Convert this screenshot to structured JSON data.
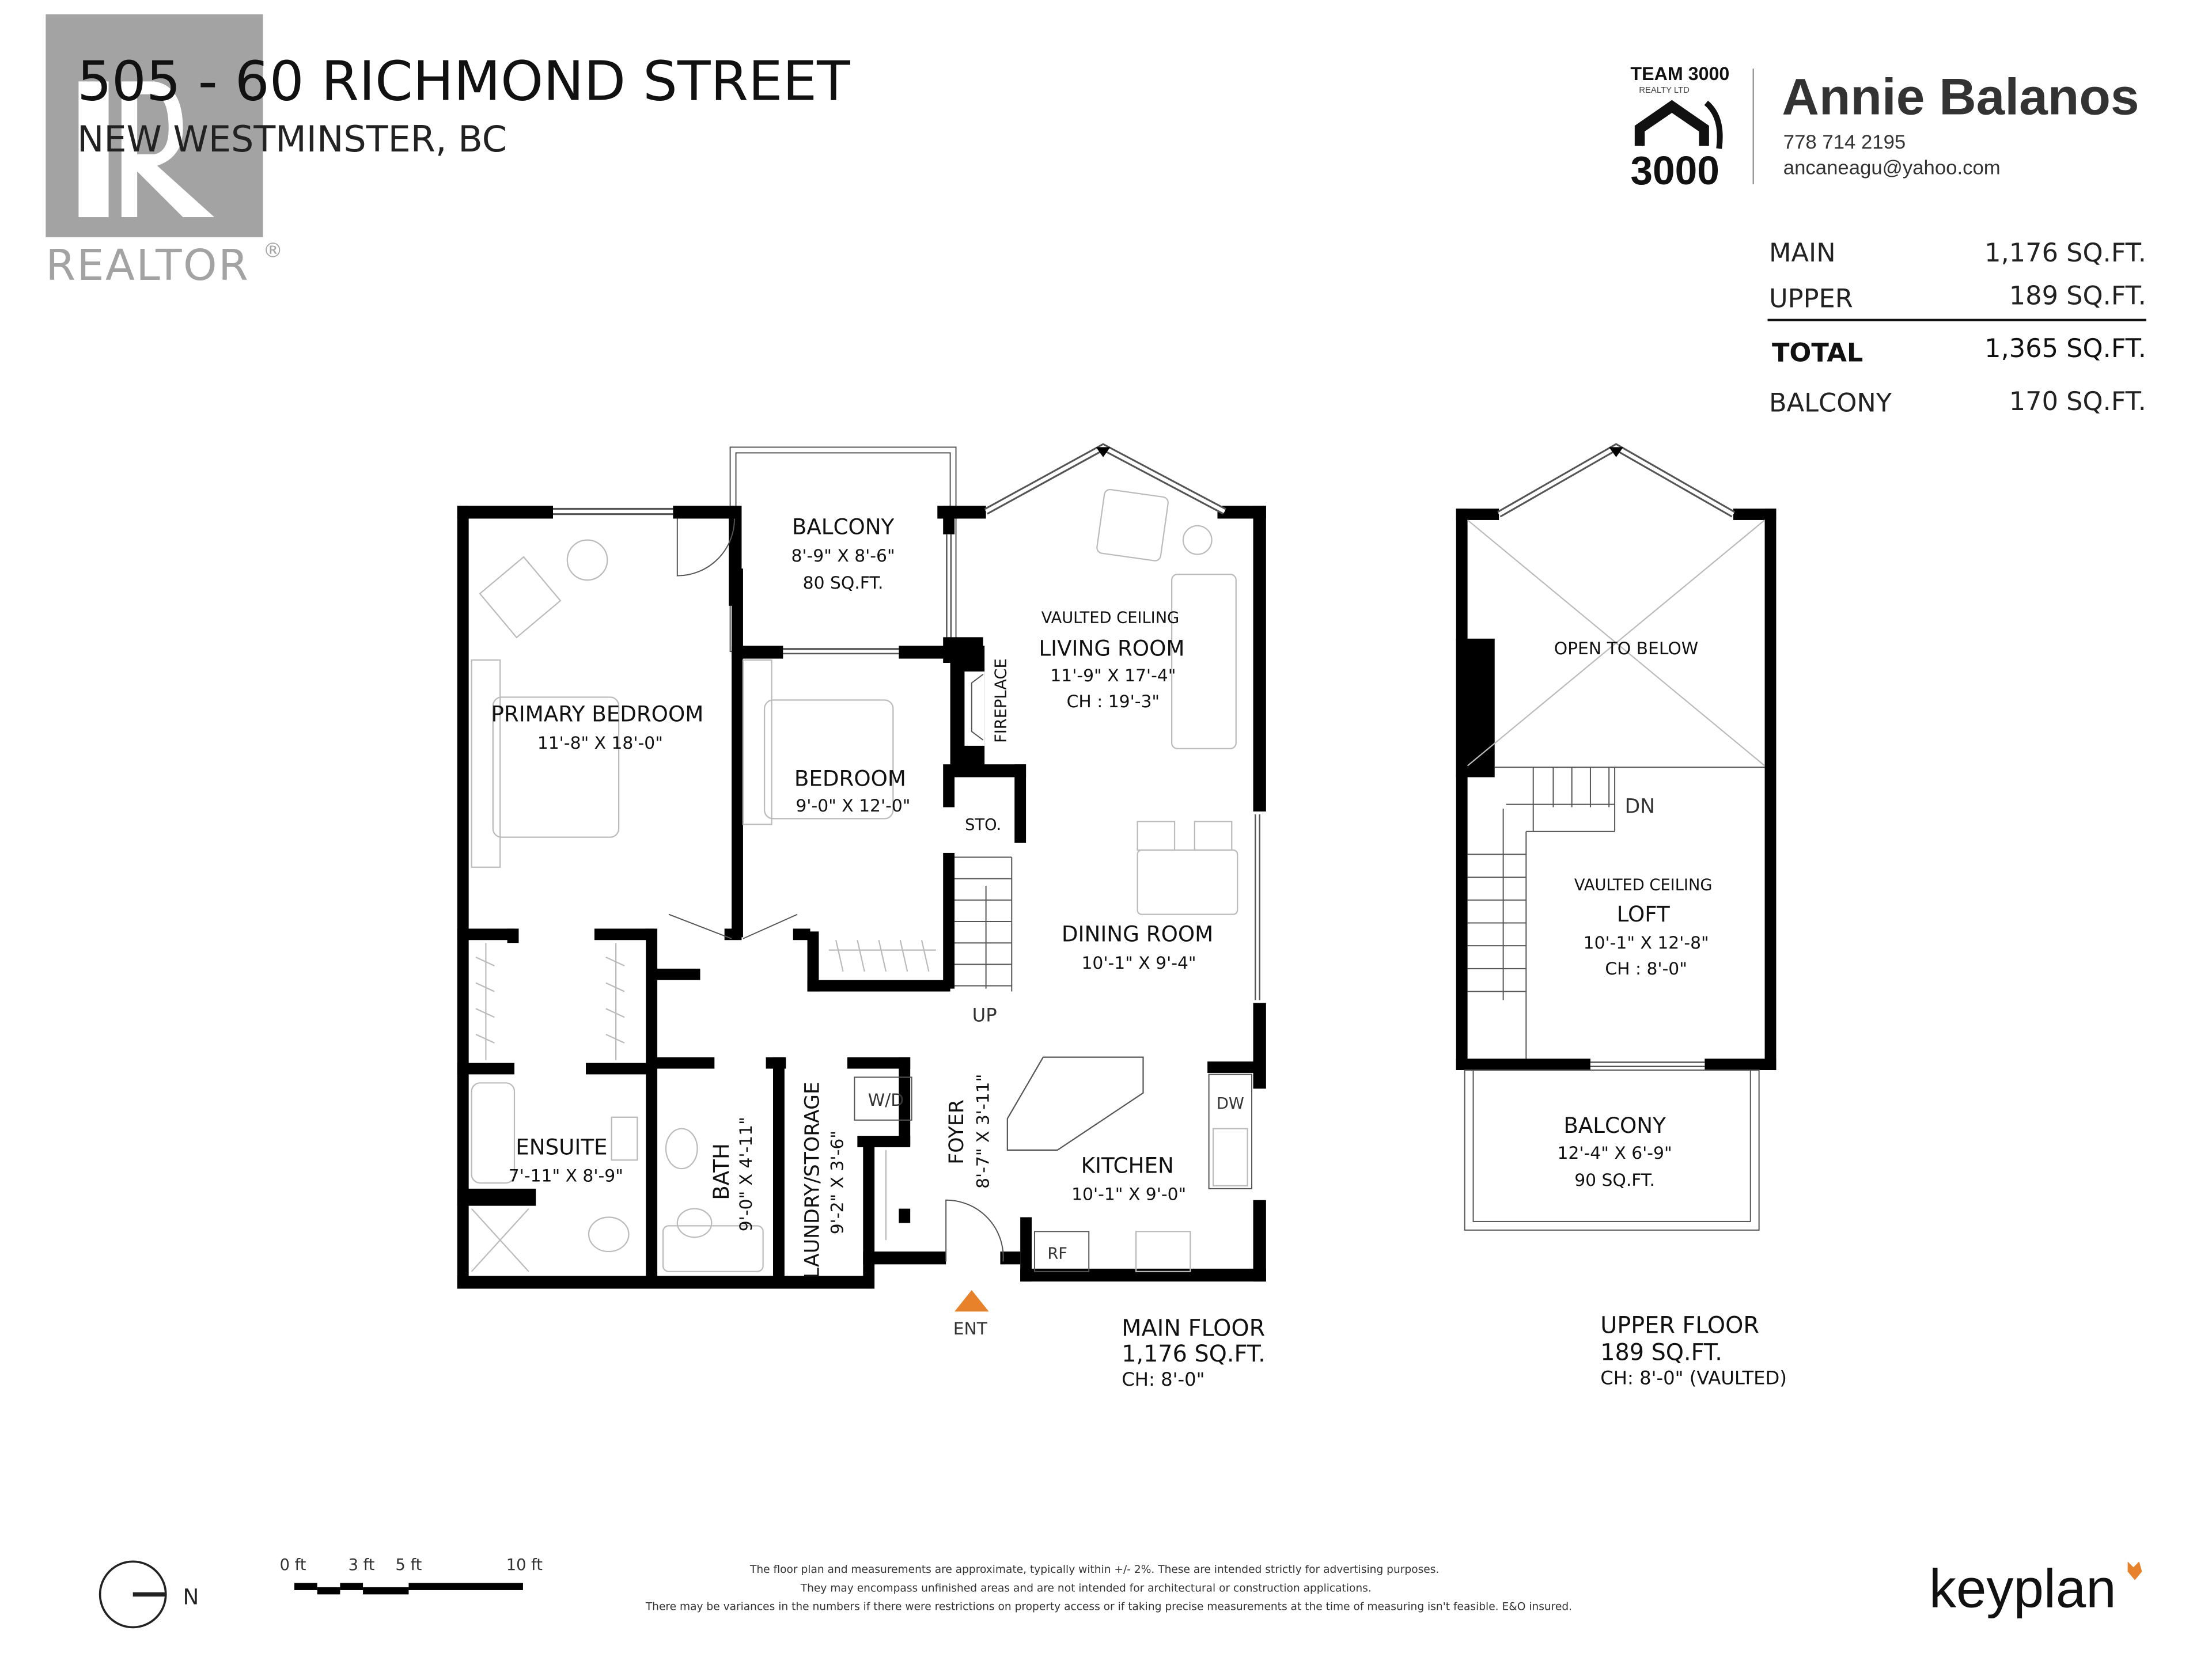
{
  "header": {
    "address_line1": "505 - 60 RICHMOND STREET",
    "address_line2": "NEW WESTMINSTER, BC",
    "realtor_logo_text": "REALTOR",
    "realtor_logo_mark": "®"
  },
  "agent": {
    "brokerage_line1": "TEAM 3000",
    "brokerage_line2": "REALTY LTD",
    "brokerage_logo_number": "3000",
    "name": "Annie Balanos",
    "phone": "778 714 2195",
    "email": "ancaneagu@yahoo.com"
  },
  "area_summary": {
    "rows": [
      {
        "label": "MAIN",
        "value": "1,176 SQ.FT."
      },
      {
        "label": "UPPER",
        "value": "189 SQ.FT."
      },
      {
        "label": "TOTAL",
        "value": "1,365 SQ.FT."
      },
      {
        "label": "BALCONY",
        "value": "170 SQ.FT."
      }
    ]
  },
  "main_floor": {
    "title": "MAIN FLOOR",
    "area": "1,176 SQ.FT.",
    "ceiling": "CH: 8'-0\"",
    "rooms": {
      "balcony": {
        "name": "BALCONY",
        "dims": "8'-9\"  X  8'-6\"",
        "area": "80 SQ.FT."
      },
      "primary_bedroom": {
        "name": "PRIMARY BEDROOM",
        "dims": "11'-8\"  X  18'-0\""
      },
      "bedroom": {
        "name": "BEDROOM",
        "dims": "9'-0\"  X  12'-0\""
      },
      "living_room": {
        "note": "VAULTED CEILING",
        "name": "LIVING ROOM",
        "dims": "11'-9\"  X  17'-4\"",
        "ceiling": "CH : 19'-3\""
      },
      "fireplace": {
        "name": "FIREPLACE"
      },
      "storage": {
        "name": "STO."
      },
      "dining_room": {
        "name": "DINING ROOM",
        "dims": "10'-1\"  X  9'-4\""
      },
      "stairs_up": {
        "name": "UP"
      },
      "ensuite": {
        "name": "ENSUITE",
        "dims": "7'-11\"  X  8'-9\""
      },
      "bath": {
        "name": "BATH",
        "dims": "9'-0\"  X  4'-11\""
      },
      "laundry": {
        "name": "LAUNDRY/STORAGE",
        "dims": "9'-2\"  X  3'-6\""
      },
      "washer_dryer": {
        "name": "W/D"
      },
      "foyer": {
        "name": "FOYER",
        "dims": "8'-7\"  X  3'-11\""
      },
      "kitchen": {
        "name": "KITCHEN",
        "dims": "10'-1\"  X  9'-0\""
      },
      "dishwasher": {
        "name": "DW"
      },
      "fridge": {
        "name": "RF"
      },
      "entrance": {
        "name": "ENT"
      }
    }
  },
  "upper_floor": {
    "title": "UPPER FLOOR",
    "area": "189 SQ.FT.",
    "ceiling": "CH: 8'-0\" (VAULTED)",
    "rooms": {
      "open_to_below": {
        "name": "OPEN TO BELOW"
      },
      "stairs_down": {
        "name": "DN"
      },
      "loft": {
        "note": "VAULTED CEILING",
        "name": "LOFT",
        "dims": "10'-1\"  X  12'-8\"",
        "ceiling": "CH : 8'-0\""
      },
      "balcony": {
        "name": "BALCONY",
        "dims": "12'-4\"  X  6'-9\"",
        "area": "90 SQ.FT."
      }
    }
  },
  "legend": {
    "north_label": "N",
    "scale_ticks": [
      "0 ft",
      "3 ft",
      "5 ft",
      "10 ft"
    ]
  },
  "disclaimer": [
    "The floor plan and measurements are approximate, typically within +/- 2%. These are intended strictly for advertising purposes.",
    "They may encompass unfinished areas and are not intended for architectural or construction applications.",
    "There may be variances in the numbers if there were restrictions on property access or if taking precise measurements at the time of measuring isn't feasible. E&O insured."
  ],
  "brand": {
    "name": "keyplan",
    "accent_color": "#e8822a"
  },
  "colors": {
    "entrance_marker": "#e8822a",
    "realtor_gray": "#a3a3a3"
  }
}
